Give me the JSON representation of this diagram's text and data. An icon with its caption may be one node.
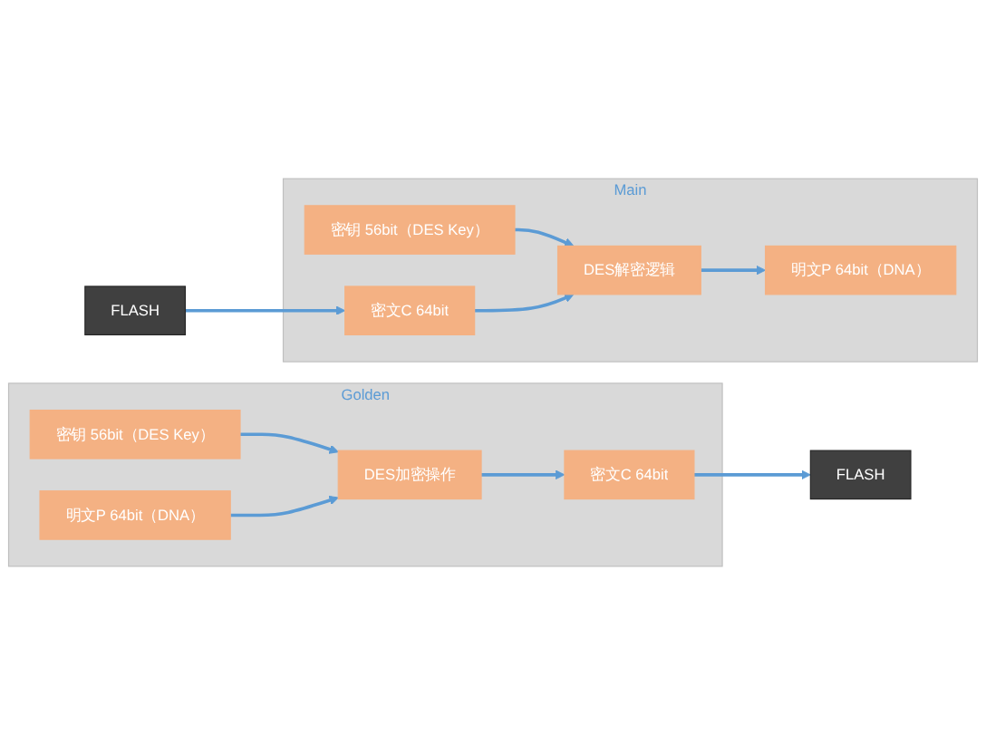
{
  "diagram": {
    "nodes": [
      {
        "text": [
          "Golden"
        ]
      },
      {
        "text": [
          "密钥 56bit（DES Key）"
        ],
        "in": 0
      },
      {
        "text": [
          "明文P 64bit（DNA）"
        ],
        "in": 0
      },
      {
        "text": [
          "DES加密操作"
        ],
        "in": 0
      },
      {
        "text": [
          "密文C 64bit"
        ],
        "in": 0
      },
      {
        "text": [
          "FLASH"
        ]
      },
      {
        "text": [
          "Main"
        ]
      },
      {
        "text": [
          "密钥 56bit（DES Key）"
        ],
        "in": 6
      },
      {
        "text": [
          "明文P 64bit（DNA）"
        ],
        "in": 6
      },
      {
        "text": [
          "DES解密逻辑"
        ],
        "in": 6
      },
      {
        "text": [
          "密文C 64bit"
        ],
        "in": 6
      },
      {
        "text": [
          "FLASH"
        ]
      }
    ],
    "edges": [
      {
        "from": 1,
        "to": 3,
        "arrow": "to"
      },
      {
        "from": 2,
        "to": 3,
        "arrow": "to"
      },
      {
        "from": 3,
        "to": 4,
        "arrow": "to"
      },
      {
        "from": 4,
        "to": 5,
        "arrow": "to"
      },
      {
        "from": 7,
        "to": 9,
        "arrow": "to"
      },
      {
        "from": 9,
        "to": 8,
        "arrow": "to"
      },
      {
        "from": 10,
        "to": 9,
        "arrow": "to"
      },
      {
        "from": 11,
        "to": 10,
        "arrow": "to"
      }
    ]
  }
}
